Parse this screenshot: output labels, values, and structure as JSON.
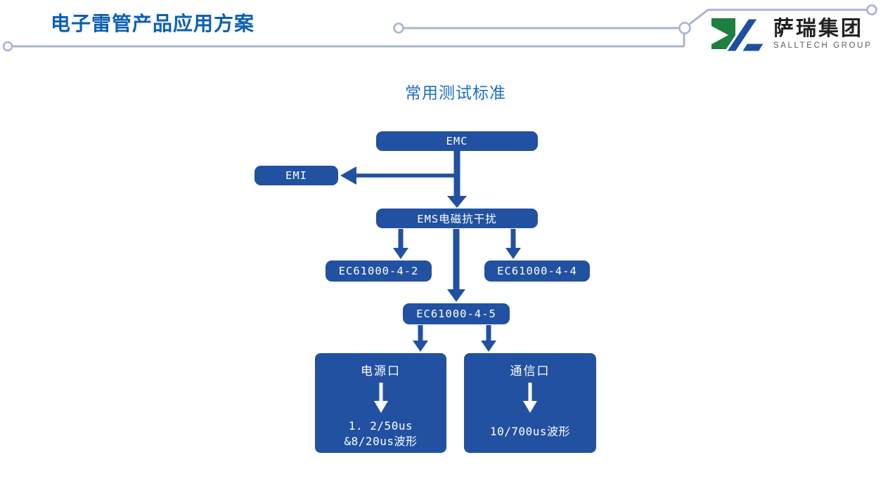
{
  "slide": {
    "title": "电子雷管产品应用方案",
    "logo": {
      "name_cn": "萨瑞集团",
      "name_en": "SALLTECH GROUP"
    },
    "diagram": {
      "heading": "常用测试标准",
      "nodes": {
        "emc": {
          "label": "EMC"
        },
        "emi": {
          "label": "EMI"
        },
        "ems": {
          "label": "EMS电磁抗干扰"
        },
        "std_4_2": {
          "label": "EC61000-4-2"
        },
        "std_4_4": {
          "label": "EC61000-4-4"
        },
        "std_4_5": {
          "label": "EC61000-4-5"
        },
        "power_port": {
          "title": "电源口",
          "lines": [
            "1. 2/50us",
            "&8/20us波形"
          ]
        },
        "comm_port": {
          "title": "通信口",
          "lines": [
            "10/700us波形"
          ]
        }
      }
    },
    "colors": {
      "node_blue": "#2151a0",
      "heading_blue": "#1b6ec2",
      "title_blue": "#0d5fb4",
      "decor_line": "#a9b3d2",
      "logo_green": "#1e7f41",
      "logo_blue": "#1d4f9e"
    }
  }
}
